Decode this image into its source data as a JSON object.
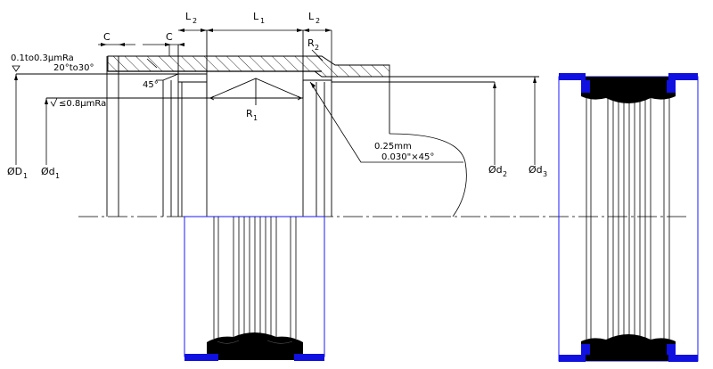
{
  "drawing": {
    "labels": {
      "c_left": "C",
      "c_right": "C",
      "l2_left": "L",
      "l2_left_sub": "2",
      "l1": "L",
      "l1_sub": "1",
      "l2_right": "L",
      "l2_right_sub": "2",
      "r2": "R",
      "r2_sub": "2",
      "r1": "R",
      "r1_sub": "1",
      "roughness_top": "0.1to0.3μmRa",
      "angle_range": "20°to30°",
      "chamfer_angle": "45°",
      "roughness_bottom": "≤0.8μmRa",
      "chamfer_note_1": "0.25mm",
      "chamfer_note_2": "0.030\"×45°",
      "dia_D1": "ØD",
      "dia_D1_sub": "1",
      "dia_d1": "Ød",
      "dia_d1_sub": "1",
      "dia_d2": "Ød",
      "dia_d2_sub": "2",
      "dia_d3": "Ød",
      "dia_d3_sub": "3"
    },
    "colors": {
      "line": "#000000",
      "seal_body": "#000000",
      "backup_ring": "#1010e0",
      "housing_outline": "#1a1aff"
    }
  }
}
